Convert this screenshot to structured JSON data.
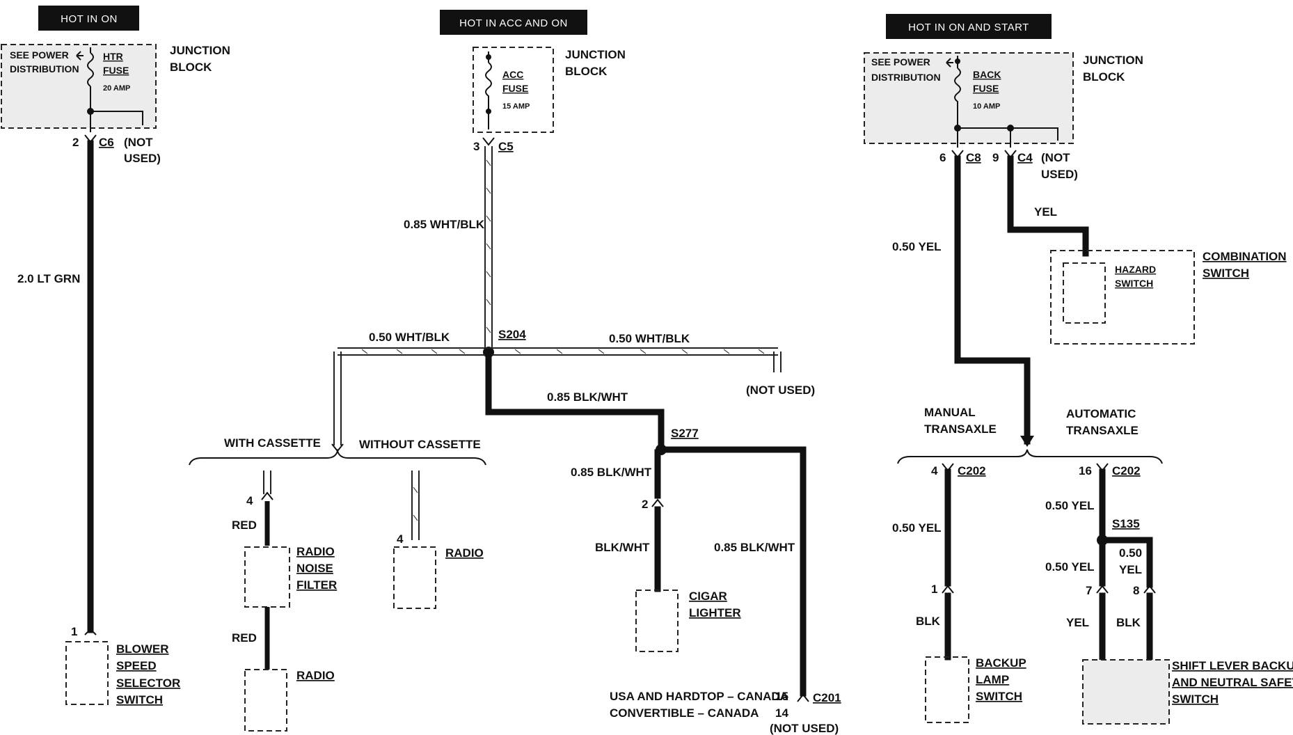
{
  "sections": {
    "left": {
      "hot_label": "HOT IN ON",
      "see_power": [
        "SEE POWER",
        "DISTRIBUTION"
      ],
      "fuse": [
        "HTR",
        "FUSE",
        "20 AMP"
      ],
      "junction": [
        "JUNCTION",
        "BLOCK"
      ],
      "pin": "2",
      "connector": "C6",
      "not_used": [
        "(NOT",
        "USED)"
      ],
      "wire": "2.0 LT GRN",
      "device_pin": "1",
      "device": [
        "BLOWER",
        "SPEED",
        "SELECTOR",
        "SWITCH"
      ]
    },
    "middle": {
      "hot_label": "HOT IN ACC AND ON",
      "fuse": [
        "ACC",
        "FUSE",
        "15 AMP"
      ],
      "junction": [
        "JUNCTION",
        "BLOCK"
      ],
      "pin": "3",
      "connector": "C5",
      "wire_main": "0.85 WHT/BLK",
      "splice1": "S204",
      "wire_left": "0.50 WHT/BLK",
      "wire_right": "0.50 WHT/BLK",
      "not_used": "(NOT USED)",
      "with_cassette": "WITH CASSETTE",
      "without_cassette": "WITHOUT CASSETTE",
      "wire_s277": "0.85 BLK/WHT",
      "splice2": "S277",
      "rnf_pin": "4",
      "rnf_wire1": "RED",
      "rnf": [
        "RADIO",
        "NOISE",
        "FILTER"
      ],
      "rnf_wire2": "RED",
      "radio_a": "RADIO",
      "radio_b_pin": "4",
      "radio_b": "RADIO",
      "cig_wire1": "0.85 BLK/WHT",
      "cig_pin": "2",
      "cig_wire2": "BLK/WHT",
      "cigar": [
        "CIGAR",
        "LIGHTER"
      ],
      "c201_wire": "0.85 BLK/WHT",
      "c201_line1": "USA AND HARDTOP – CANADA",
      "c201_pin1": "15",
      "c201": "C201",
      "c201_line2": "CONVERTIBLE – CANADA",
      "c201_pin2": "14",
      "c201_notused": "(NOT USED)"
    },
    "right": {
      "hot_label": "HOT IN ON AND START",
      "see_power": [
        "SEE POWER",
        "DISTRIBUTION"
      ],
      "fuse": [
        "BACK",
        "FUSE",
        "10 AMP"
      ],
      "junction": [
        "JUNCTION",
        "BLOCK"
      ],
      "pin_c8": "6",
      "c8": "C8",
      "pin_c4": "9",
      "c4": "C4",
      "not_used": [
        "(NOT",
        "USED)"
      ],
      "yel": "YEL",
      "hazard": [
        "HAZARD",
        "SWITCH"
      ],
      "combination": [
        "COMBINATION",
        "SWITCH"
      ],
      "wire_main": "0.50 YEL",
      "manual": [
        "MANUAL",
        "TRANSAXLE"
      ],
      "automatic": [
        "AUTOMATIC",
        "TRANSAXLE"
      ],
      "m_pin": "4",
      "m_conn": "C202",
      "m_wire": "0.50 YEL",
      "m_dev_pin": "1",
      "m_blk": "BLK",
      "backup": [
        "BACKUP",
        "LAMP",
        "SWITCH"
      ],
      "a_pin": "16",
      "a_conn": "C202",
      "a_wire1": "0.50 YEL",
      "splice": "S135",
      "a_wire2": "0.50 YEL",
      "a_wire3": [
        "0.50",
        "YEL"
      ],
      "a_pin7": "7",
      "a_pin8": "8",
      "a_yel": "YEL",
      "a_blk": "BLK",
      "shift": [
        "SHIFT LEVER BACKUP",
        "AND NEUTRAL SAFETY",
        "SWITCH"
      ]
    }
  }
}
